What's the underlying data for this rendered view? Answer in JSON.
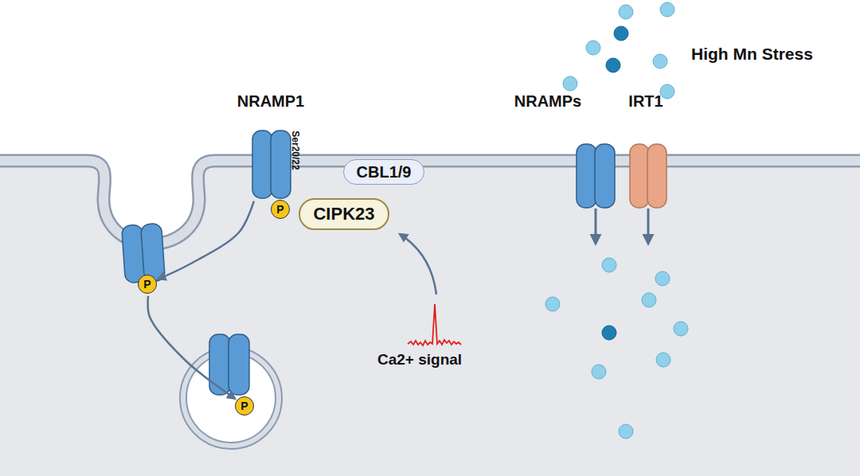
{
  "diagram": {
    "nodes": [
      {
        "text": [
          "NRAMP1",
          "Ser20/22"
        ]
      },
      {
        "text": [
          "CBL1/9"
        ]
      },
      {
        "text": [
          "CIPK23"
        ]
      },
      {
        "text": [
          "P"
        ]
      },
      {
        "text": [
          "P"
        ]
      },
      {
        "text": [
          "P"
        ]
      },
      {
        "text": [
          "NRAMPs"
        ]
      },
      {
        "text": [
          "IRT1"
        ]
      }
    ],
    "edges": [
      {
        "from": 0,
        "to": 4,
        "arrow": "to"
      },
      {
        "from": 4,
        "to": 5,
        "arrow": "to"
      }
    ],
    "labels": [
      "High Mn Stress",
      "Ca2+ signal"
    ]
  }
}
